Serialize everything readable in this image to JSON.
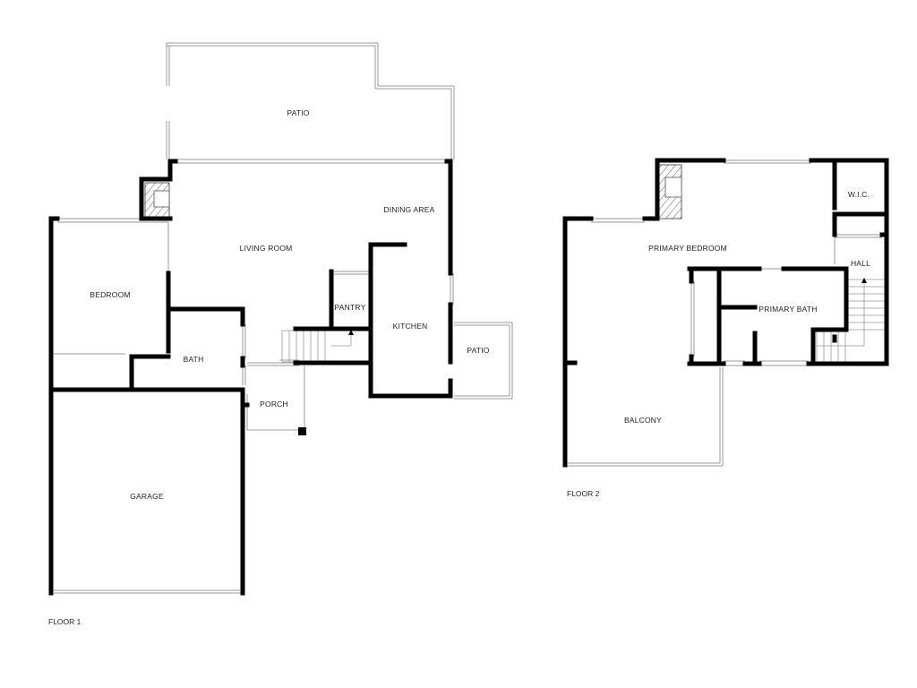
{
  "floor1": {
    "title": "FLOOR 1",
    "rooms": {
      "patio_top": "PATIO",
      "dining_area": "DINING AREA",
      "living_room": "LIVING ROOM",
      "bedroom": "BEDROOM",
      "pantry": "PANTRY",
      "kitchen": "KITCHEN",
      "patio_side": "PATIO",
      "bath": "BATH",
      "porch": "PORCH",
      "garage": "GARAGE"
    }
  },
  "floor2": {
    "title": "FLOOR 2",
    "rooms": {
      "wic": "W.I.C.",
      "primary_bedroom": "PRIMARY BEDROOM",
      "hall": "HALL",
      "primary_bath": "PRIMARY BATH",
      "balcony": "BALCONY"
    }
  }
}
